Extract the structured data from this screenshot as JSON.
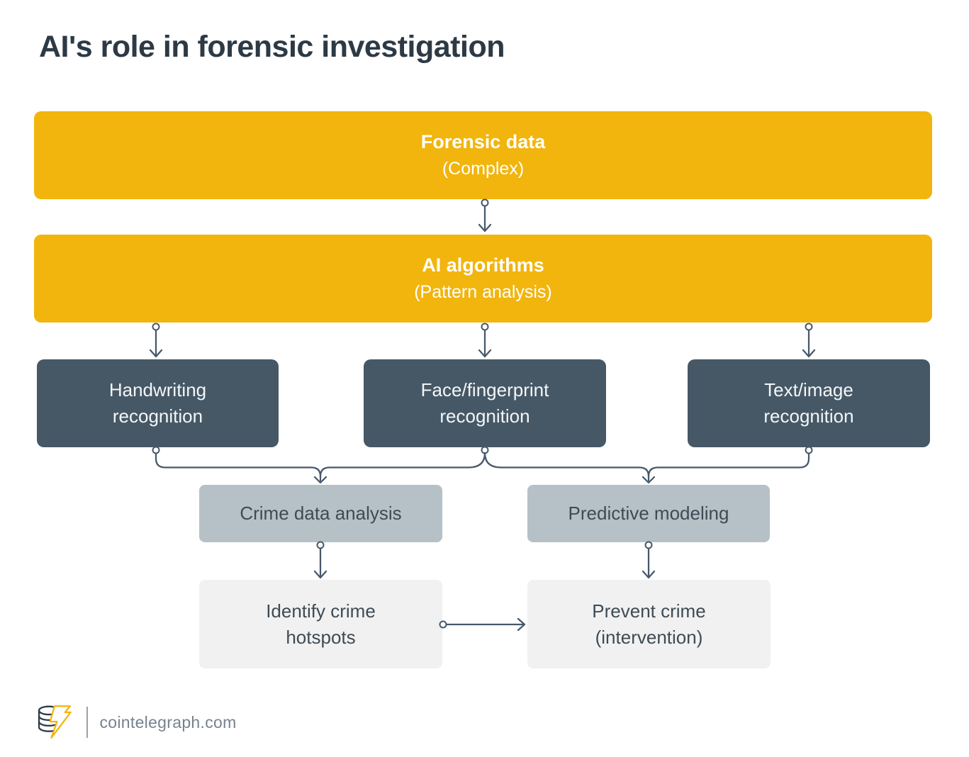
{
  "page": {
    "title": "AI's role in forensic investigation"
  },
  "colors": {
    "accent_yellow": "#F2B50D",
    "dark_slate": "#465866",
    "gray_blue": "#B6C1C7",
    "light_gray": "#F1F1F1",
    "connector": "#46586A",
    "title_text": "#2D3A45",
    "box_text_light": "#FFFFFF",
    "box_text_dark": "#3E4B55",
    "footer_text": "#76838F"
  },
  "diagram": {
    "level1": {
      "title": "Forensic data",
      "subtitle": "(Complex)"
    },
    "level2": {
      "title": "AI algorithms",
      "subtitle": "(Pattern analysis)"
    },
    "level3": [
      {
        "label": "Handwriting recognition"
      },
      {
        "label": "Face/fingerprint recognition"
      },
      {
        "label": "Text/image recognition"
      }
    ],
    "level4": [
      {
        "label": "Crime data analysis"
      },
      {
        "label": "Predictive modeling"
      }
    ],
    "level5": [
      {
        "label": "Identify crime hotspots"
      },
      {
        "label": "Prevent crime (intervention)"
      }
    ]
  },
  "footer": {
    "site_label": "cointelegraph.com",
    "logo_icon": "cointelegraph-coin-stack-lightning-logo"
  }
}
